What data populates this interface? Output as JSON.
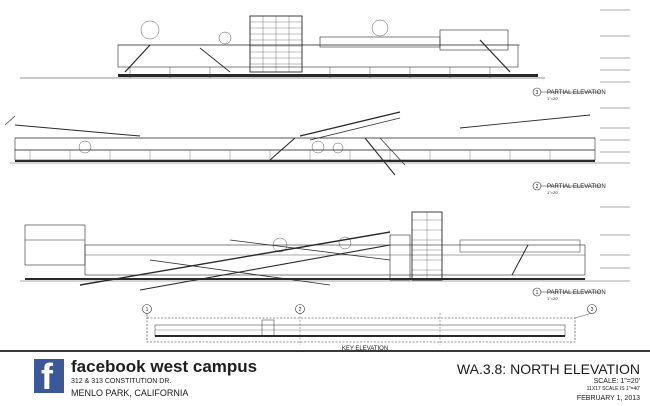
{
  "title_block": {
    "logo_letter": "f",
    "project_title": "facebook west campus",
    "address_line_1": "312 & 313 CONSTITUTION DR.",
    "address_line_2": "MENLO PARK, CALIFORNIA",
    "sheet_title": "WA.3.8: NORTH ELEVATION",
    "scale_line": "SCALE: 1\"=20'",
    "scale_sub": "11X17 SCALE IS 1\"=40'",
    "date": "FEBRUARY 1, 2013"
  },
  "elevations": [
    {
      "number": "3",
      "label": "PARTIAL ELEVATION",
      "scale": "1\"=20'"
    },
    {
      "number": "2",
      "label": "PARTIAL ELEVATION",
      "scale": "1\"=20'"
    },
    {
      "number": "1",
      "label": "PARTIAL ELEVATION",
      "scale": "1\"=20'"
    }
  ],
  "key_elevation": {
    "label": "KEY ELEVATION",
    "markers": [
      "1",
      "2",
      "3"
    ]
  },
  "colors": {
    "brand": "#3b5998",
    "ink": "#2a2a2a"
  }
}
